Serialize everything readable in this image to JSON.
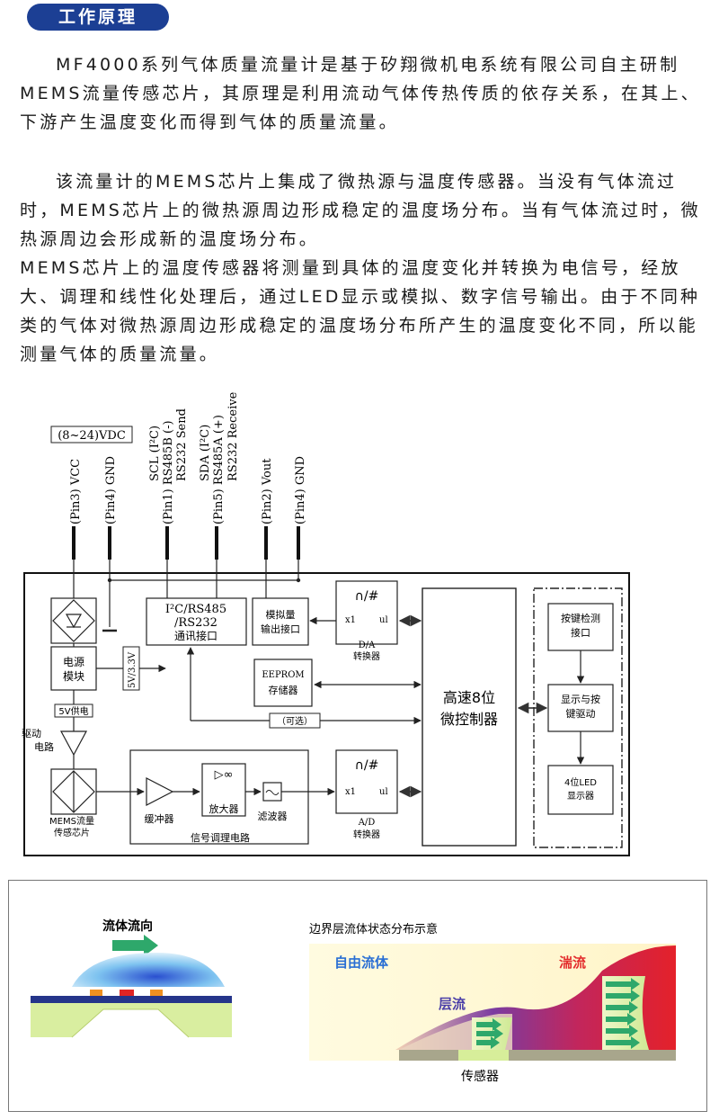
{
  "section_title": "工作原理",
  "paragraphs": {
    "p1": "MF4000系列气体质量流量计是基于矽翔微机电系统有限公司自主研制MEMS流量传感芯片，其原理是利用流动气体传热传质的依存关系，在其上、下游产生温度变化而得到气体的质量流量。",
    "p2": "该流量计的MEMS芯片上集成了微热源与温度传感器。当没有气体流过时，MEMS芯片上的微热源周边形成稳定的温度场分布。当有气体流过时，微热源周边会形成新的温度场分布。",
    "p3": "MEMS芯片上的温度传感器将测量到具体的温度变化并转换为电信号，经放大、调理和线性化处理后，通过LED显示或模拟、数字信号输出。由于不同种类的气体对微热源周边形成稳定的温度场分布所产生的温度变化不同，所以能测量气体的质量流量。"
  },
  "block_diagram": {
    "supply": "(8~24)VDC",
    "pins": {
      "vcc": "(Pin3) VCC",
      "gnd1": "(Pin4) GND",
      "pin1_a": "SCL (I²C)",
      "pin1_b": "(Pin1) RS485B (-)",
      "pin1_c": "RS232 Send",
      "pin5_a": "SDA (I²C)",
      "pin5_b": "(Pin5) RS485A (+)",
      "pin5_c": "RS232 Receive",
      "vout": "(Pin2) Vout",
      "gnd2": "(Pin4) GND"
    },
    "comm_iface": [
      "I²C/RS485",
      "/RS232",
      "通讯接口"
    ],
    "analog_out": [
      "模拟量",
      "输出接口"
    ],
    "da": {
      "symbol": "∩/#",
      "x1": "x1",
      "ul": "ul",
      "label1": "D/A",
      "label2": "转换器"
    },
    "ad": {
      "symbol": "∩/#",
      "x1": "x1",
      "ul": "ul",
      "label1": "A/D",
      "label2": "转换器"
    },
    "power_module": [
      "电源",
      "模块"
    ],
    "v33": "5V/3.3V",
    "v5": "5V供电",
    "drive": [
      "驱动",
      "电路"
    ],
    "mems_chip": [
      "MEMS流量",
      "传感芯片"
    ],
    "eeprom": [
      "EEPROM",
      "存储器"
    ],
    "optional": "（可选）",
    "mcu": [
      "高速8位",
      "微控制器"
    ],
    "buffer": "缓冲器",
    "amp": "放大器",
    "amp_symbol": "▷∞",
    "filter": "滤波器",
    "signal_cond": "信号调理电路",
    "key_detect": [
      "按键检测",
      "接口"
    ],
    "display_drive": [
      "显示与按",
      "键驱动"
    ],
    "led": [
      "4位LED",
      "显示器"
    ]
  },
  "flow_panel": {
    "left_label": "流体流向",
    "right_title": "边界层流体状态分布示意",
    "free": "自由流体",
    "turbulent": "湍流",
    "laminar": "层流",
    "sensor": "传感器"
  },
  "colors": {
    "badge": "#1c3f94",
    "flow_blue": "#2a6fd4",
    "turbulent_red": "#e32b2b",
    "laminar_purple": "#4b3fa8",
    "arrow_green": "#2ea86b",
    "substrate_green": "#d9eea0"
  }
}
